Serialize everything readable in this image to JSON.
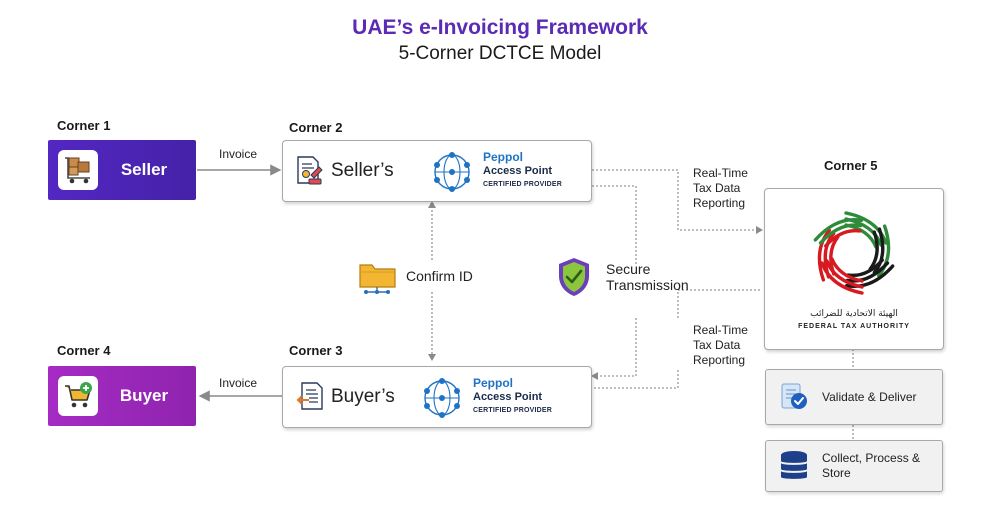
{
  "header": {
    "title": "UAE’s e-Invoicing Framework",
    "subtitle": "5-Corner DCTCE Model"
  },
  "corners": {
    "c1": "Corner 1",
    "c2": "Corner 2",
    "c3": "Corner 3",
    "c4": "Corner 4",
    "c5": "Corner 5"
  },
  "seller": {
    "label": "Seller"
  },
  "buyer": {
    "label": "Buyer"
  },
  "seller_ap": {
    "name": "Seller’s",
    "brand": "Peppol",
    "line": "Access Point",
    "cert": "CERTIFIED PROVIDER"
  },
  "buyer_ap": {
    "name": "Buyer’s",
    "brand": "Peppol",
    "line": "Access Point",
    "cert": "CERTIFIED PROVIDER"
  },
  "flows": {
    "invoice_top": "Invoice",
    "invoice_bottom": "Invoice",
    "confirm_id": "Confirm ID",
    "secure_1": "Secure",
    "secure_2": "Transmission",
    "rt_top": [
      "Real-Time",
      "Tax Data",
      "Reporting"
    ],
    "rt_bottom": [
      "Real-Time",
      "Tax Data",
      "Reporting"
    ]
  },
  "fta": {
    "arabic": "الهيئة الاتحادية للضرائب",
    "english": "FEDERAL TAX AUTHORITY"
  },
  "steps": {
    "validate": "Validate & Deliver",
    "collect_1": "Collect, Process &",
    "collect_2": "Store"
  },
  "colors": {
    "title": "#5b2bb5",
    "seller": "#4a24b0",
    "buyer": "#9a27b8",
    "peppol": "#1f73c4",
    "uae_green": "#2e8b3a",
    "uae_red": "#d71920",
    "uae_black": "#1a1a1a"
  }
}
